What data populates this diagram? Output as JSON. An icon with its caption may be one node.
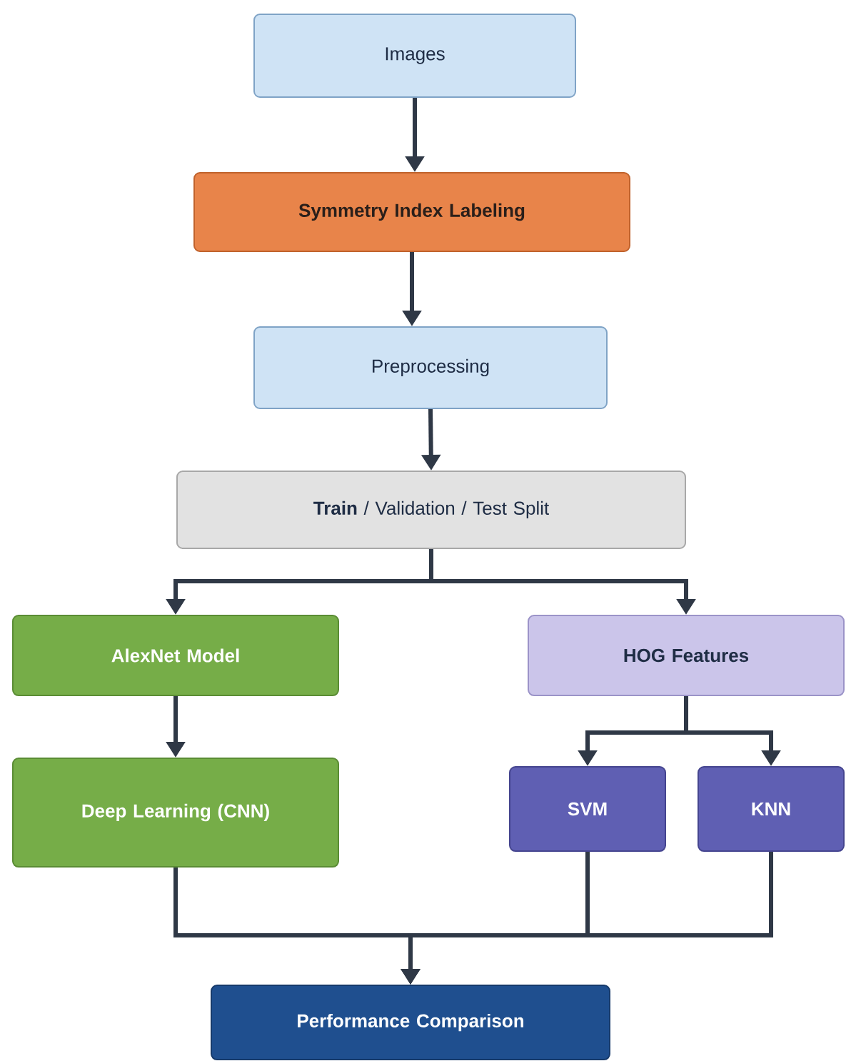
{
  "diagram": {
    "nodes": [
      {
        "text": [
          "Images"
        ]
      },
      {
        "text": [
          "Symmetry Index Labeling"
        ]
      },
      {
        "text": [
          "Preprocessing"
        ]
      },
      {
        "text": [
          "**Train** / Validation / Test Split"
        ]
      },
      {
        "text": [
          "AlexNet Model"
        ]
      },
      {
        "text": [
          "HOG Features"
        ]
      },
      {
        "text": [
          "Deep Learning (CNN)"
        ]
      },
      {
        "text": [
          "SVM"
        ]
      },
      {
        "text": [
          "KNN"
        ]
      },
      {
        "text": [
          "Performance Comparison"
        ]
      }
    ],
    "edges": [
      {
        "from": 0,
        "to": 1,
        "arrow": "to"
      },
      {
        "from": 1,
        "to": 2,
        "arrow": "to"
      },
      {
        "from": 2,
        "to": 3,
        "arrow": "to"
      },
      {
        "from": 3,
        "to": 4,
        "arrow": "to"
      },
      {
        "from": 3,
        "to": 5,
        "arrow": "to"
      },
      {
        "from": 4,
        "to": 6,
        "arrow": "to"
      },
      {
        "from": 5,
        "to": 7,
        "arrow": "to"
      },
      {
        "from": 5,
        "to": 8,
        "arrow": "to"
      },
      {
        "from": 6,
        "to": 9,
        "arrow": "to"
      },
      {
        "from": 7,
        "to": 9,
        "arrow": "to"
      },
      {
        "from": 8,
        "to": 9,
        "arrow": "to"
      }
    ]
  }
}
